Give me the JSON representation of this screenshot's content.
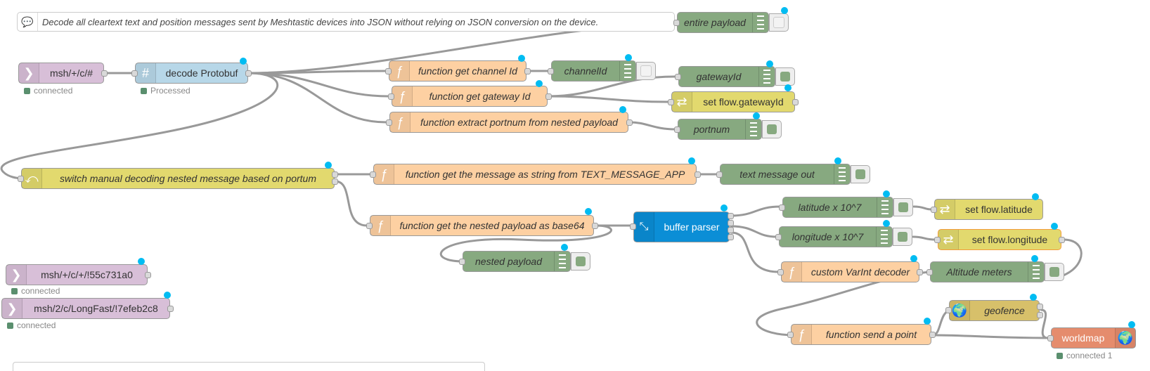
{
  "flow": {
    "comment": "Decode all cleartext text and position messages sent by Meshtastic devices into JSON without relying on JSON conversion on the device.",
    "nodes": {
      "entire_payload": "entire payload",
      "mqtt_main": "msh/+/c/#",
      "mqtt_main_status": "connected",
      "decode_protobuf": "decode Protobuf",
      "decode_protobuf_status": "Processed",
      "fn_channel_id": "function get channel Id",
      "channel_id": "channelId",
      "gateway_id": "gatewayId",
      "fn_gateway_id": "function get gateway Id",
      "set_flow_gateway": "set flow.gatewayId",
      "fn_portnum": "function extract portnum from nested payload",
      "portnum": "portnum",
      "switch_decoding": "switch manual decoding nested message based on portum",
      "fn_text_message": "function get the message as string from TEXT_MESSAGE_APP",
      "text_message_out": "text message out",
      "fn_nested_b64": "function get the nested payload as base64",
      "buffer_parser": "buffer parser",
      "latitude": "latitude x 10^7",
      "set_flow_latitude": "set flow.latitude",
      "longitude": "longitude x 10^7",
      "set_flow_longitude": "set flow.longitude",
      "nested_payload": "nested payload",
      "custom_varint": "custom VarInt decoder",
      "altitude": "Altitude meters",
      "mqtt_2": "msh/+/c/+/!55c731a0",
      "mqtt_2_status": "connected",
      "mqtt_3": "msh/2/c/LongFast/!7efeb2c8",
      "mqtt_3_status": "connected",
      "geofence": "geofence",
      "fn_send_point": "function send a point",
      "worldmap": "worldmap",
      "worldmap_status": "connected 1"
    }
  },
  "colors": {
    "wire": "#999999",
    "changed_dot": "#00bcf2",
    "function": "#fdd0a2",
    "debug": "#87a980",
    "change": "#e2d96e",
    "mqtt": "#d8bfd8",
    "buffer": "#0b8ed6",
    "worldmap": "#e58c6d"
  },
  "icons": [
    "comment-icon",
    "mqtt-icon",
    "hash-icon",
    "function-icon",
    "debug-list-icon",
    "shuffle-icon",
    "switch-icon",
    "expand-arrows-icon",
    "globe-icon"
  ]
}
